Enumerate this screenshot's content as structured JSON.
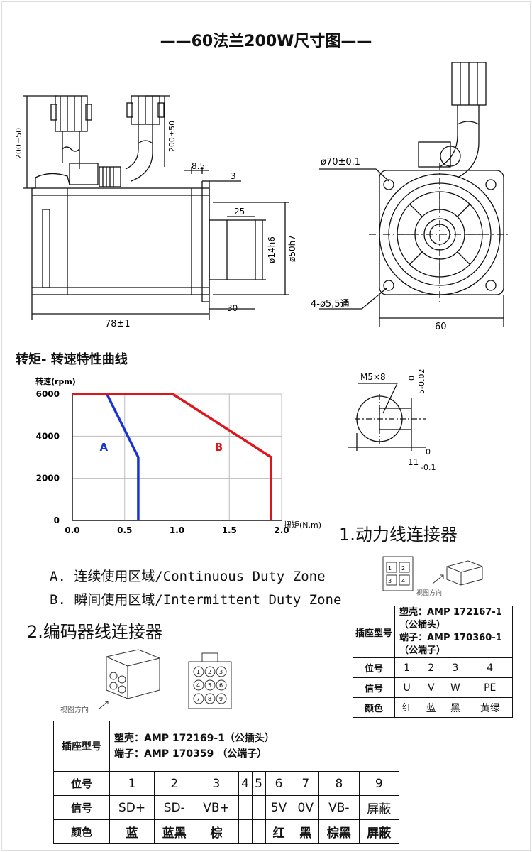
{
  "title": "——60法兰200W尺寸图——",
  "dims": {
    "cable1": "200±50",
    "cable2": "200±50",
    "d85": "8.5",
    "d3": "3",
    "d25": "25",
    "shaft": "ø14h6",
    "pilot": "ø50h7",
    "length": "78±1",
    "d30": "30",
    "pcd": "ø70±0.1",
    "holes": "4-ø5,5通",
    "flange": "60",
    "key": "M5×8",
    "key_tol_a": "0",
    "key_tol_a2": "5-0.02",
    "key_tol_b": "0",
    "key_tol_b1": "11",
    "key_tol_b2": "-0.1"
  },
  "curve_section_title": "转矩- 转速特性曲线",
  "chart_data": {
    "type": "line",
    "ylabel": "转速(rpm)",
    "xlabel": "扭矩(N.m)",
    "x_ticks": [
      "0.0",
      "0.5",
      "1.0",
      "1.5",
      "2.0"
    ],
    "y_ticks": [
      "0",
      "2000",
      "4000",
      "6000"
    ],
    "xlim": [
      0,
      2.0
    ],
    "ylim": [
      0,
      6000
    ],
    "series": [
      {
        "name": "A",
        "color": "#1a33d6",
        "x": [
          0,
          0.33,
          0.63,
          0.63
        ],
        "y": [
          6000,
          6000,
          3000,
          0
        ]
      },
      {
        "name": "B",
        "color": "#e0141b",
        "x": [
          0,
          0.96,
          1.9,
          1.9
        ],
        "y": [
          6000,
          6000,
          3000,
          0
        ]
      }
    ]
  },
  "zones": {
    "a": "A.   连续使用区域/Continuous Duty Zone",
    "b": "B.    瞬间使用区域/Intermittent Duty Zone"
  },
  "power": {
    "title": "1.动力线连接器",
    "view_dir": "视图方向",
    "header_label": "插座型号",
    "spec1": "塑壳：AMP 172167-1 （公插头）",
    "spec2": "端子：AMP 170360-1 （公端子）",
    "rows": [
      {
        "label": "位号",
        "cells": [
          "1",
          "2",
          "3",
          "4"
        ]
      },
      {
        "label": "信号",
        "cells": [
          "U",
          "V",
          "W",
          "PE"
        ]
      },
      {
        "label": "颜色",
        "cells": [
          "红",
          "蓝",
          "黑",
          "黄绿"
        ]
      }
    ]
  },
  "encoder": {
    "title": "2.编码器线连接器",
    "view_dir": "视图方向",
    "pins": [
      "1",
      "2",
      "3",
      "4",
      "5",
      "6",
      "7",
      "8",
      "9"
    ],
    "header_label": "插座型号",
    "spec1": "塑壳：AMP 172169-1（公插头）",
    "spec2": "端子：AMP 170359  （公端子）",
    "rows": [
      {
        "label": "位号",
        "cells": [
          "1",
          "2",
          "3",
          "4",
          "5",
          "6",
          "7",
          "8",
          "9"
        ]
      },
      {
        "label": "信号",
        "cells": [
          "SD+",
          "SD-",
          "VB+",
          "",
          "",
          "5V",
          "0V",
          "VB-",
          "屏蔽"
        ]
      },
      {
        "label": "颜色",
        "cells": [
          "蓝",
          "蓝黑",
          "棕",
          "",
          "",
          "红",
          "黑",
          "棕黑",
          "屏蔽"
        ]
      }
    ]
  },
  "power_pins": [
    "1",
    "2",
    "3",
    "4"
  ]
}
